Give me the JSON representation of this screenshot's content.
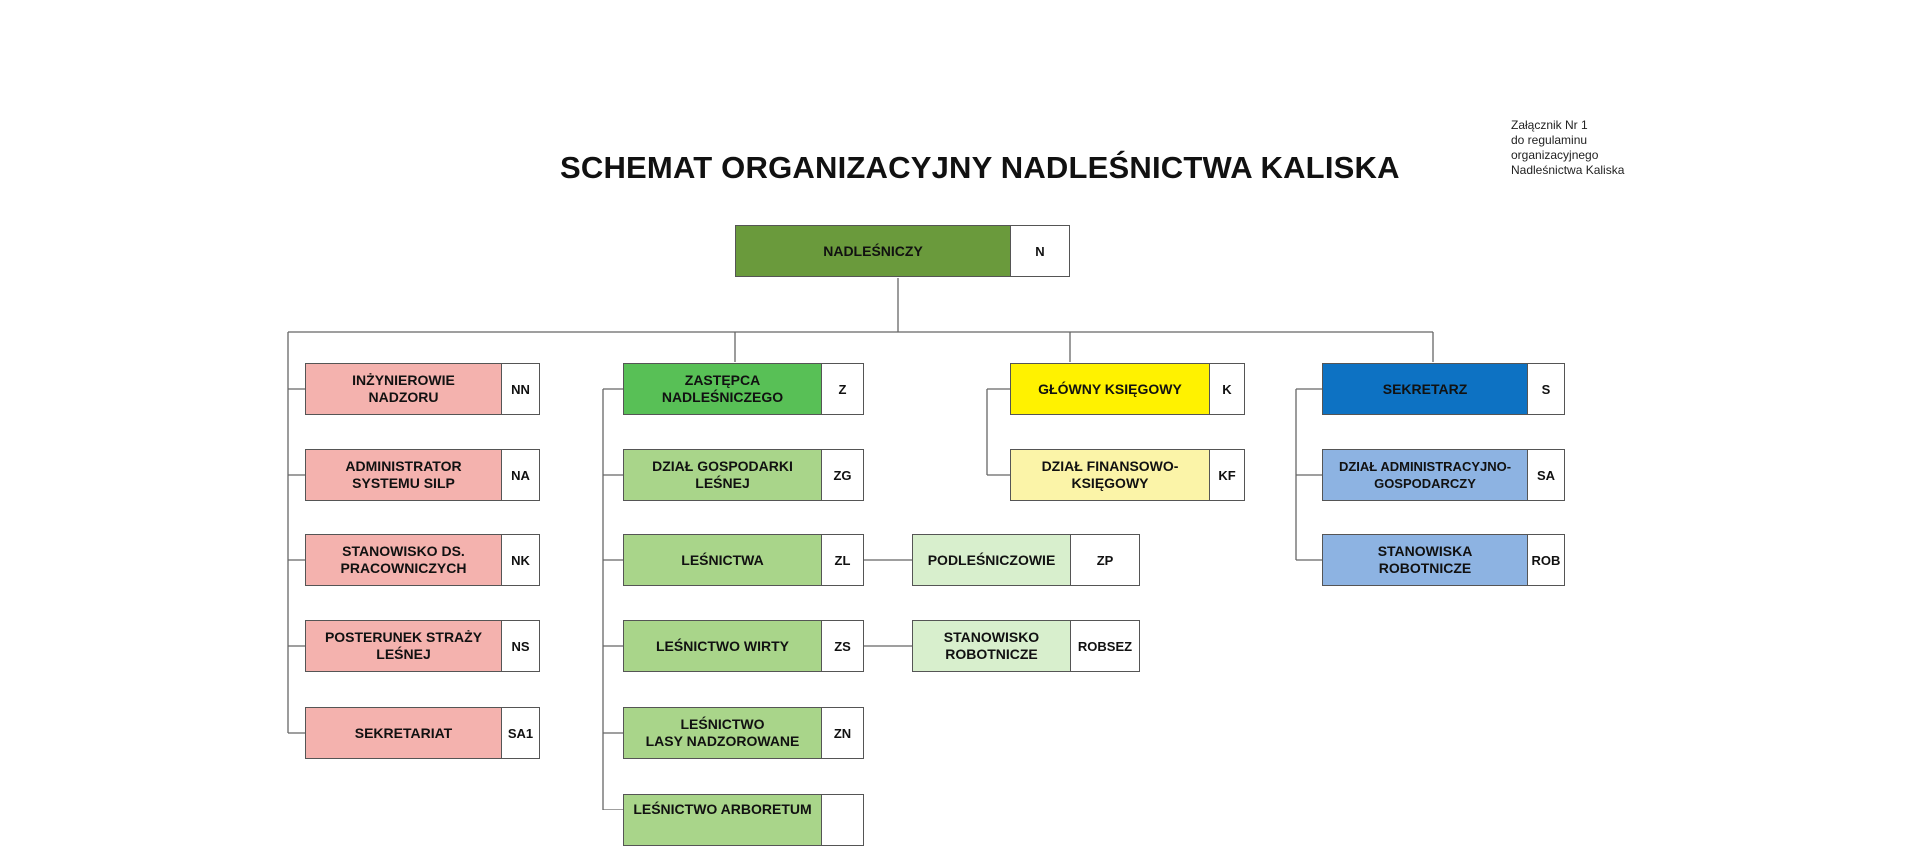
{
  "title": "SCHEMAT ORGANIZACYJNY NADLEŚNICTWA KALISKA",
  "annex": [
    "Załącznik  Nr 1",
    "do regulaminu",
    "organizacyjnego",
    "Nadleśnictwa Kaliska"
  ],
  "colors": {
    "director": "#6a9a3c",
    "deputy": "#58c056",
    "forestry_units": "#a9d58a",
    "sub_units": "#d8efcd",
    "supervision": "#f4b2ae",
    "accountant": "#fff200",
    "finance": "#fbf4a8",
    "secretary": "#0d72c3",
    "admin": "#8db3e2",
    "lines": "#666666"
  },
  "nodes": {
    "n": {
      "name": "NADLEŚNICZY",
      "code": "N"
    },
    "nn": {
      "name": "INŻYNIEROWIE\nNADZORU",
      "code": "NN"
    },
    "na": {
      "name": "ADMINISTRATOR\nSYSTEMU SILP",
      "code": "NA"
    },
    "nk": {
      "name": "STANOWISKO DS.\nPRACOWNICZYCH",
      "code": "NK"
    },
    "ns": {
      "name": "POSTERUNEK STRAŻY\nLEŚNEJ",
      "code": "NS"
    },
    "sa1": {
      "name": "SEKRETARIAT",
      "code": "SA1"
    },
    "z": {
      "name": "ZASTĘPCA\nNADLEŚNICZEGO",
      "code": "Z"
    },
    "zg": {
      "name": "DZIAŁ GOSPODARKI\nLEŚNEJ",
      "code": "ZG"
    },
    "zl": {
      "name": "LEŚNICTWA",
      "code": "ZL"
    },
    "zs": {
      "name": "LEŚNICTWO WIRTY",
      "code": "ZS"
    },
    "zn": {
      "name": "LEŚNICTWO\nLASY NADZOROWANE",
      "code": "ZN"
    },
    "za": {
      "name": "LEŚNICTWO ARBORETUM",
      "code": ""
    },
    "zp": {
      "name": "PODLEŚNICZOWIE",
      "code": "ZP"
    },
    "robsez": {
      "name": "STANOWISKO\nROBOTNICZE",
      "code": "ROBSEZ"
    },
    "k": {
      "name": "GŁÓWNY KSIĘGOWY",
      "code": "K"
    },
    "kf": {
      "name": "DZIAŁ FINANSOWO-\nKSIĘGOWY",
      "code": "KF"
    },
    "s": {
      "name": "SEKRETARZ",
      "code": "S"
    },
    "sa": {
      "name": "DZIAŁ ADMINISTRACYJNO-\nGOSPODARCZY",
      "code": "SA"
    },
    "rob": {
      "name": "STANOWISKA\nROBOTNICZE",
      "code": "ROB"
    }
  }
}
